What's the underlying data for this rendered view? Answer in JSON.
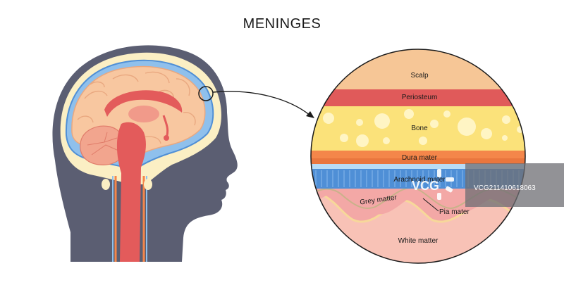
{
  "title": "MENINGES",
  "layers": {
    "scalp": "Scalp",
    "periosteum": "Periosteum",
    "bone": "Bone",
    "dura_mater": "Dura mater",
    "arachnoid_mater": "Arachnoid mater",
    "grey_matter": "Grey matter",
    "pia_mater": "Pia mater",
    "white_matter": "White matter"
  },
  "watermark": {
    "logo_text": "VCG",
    "id_text": "VCG211410618063"
  },
  "colors": {
    "head_silhouette": "#5b5e72",
    "scalp": "#f6c696",
    "periosteum": "#e05a5a",
    "bone": "#fbe27a",
    "bone_spots": "#fff5c4",
    "dura": "#f4864a",
    "arachnoid": "#4f8fd6",
    "csf": "#8fc0ec",
    "grey_matter": "#f3a8a6",
    "white_matter": "#f8c2b6",
    "brain": "#f8c7a0",
    "brain_core": "#e35b5b"
  }
}
